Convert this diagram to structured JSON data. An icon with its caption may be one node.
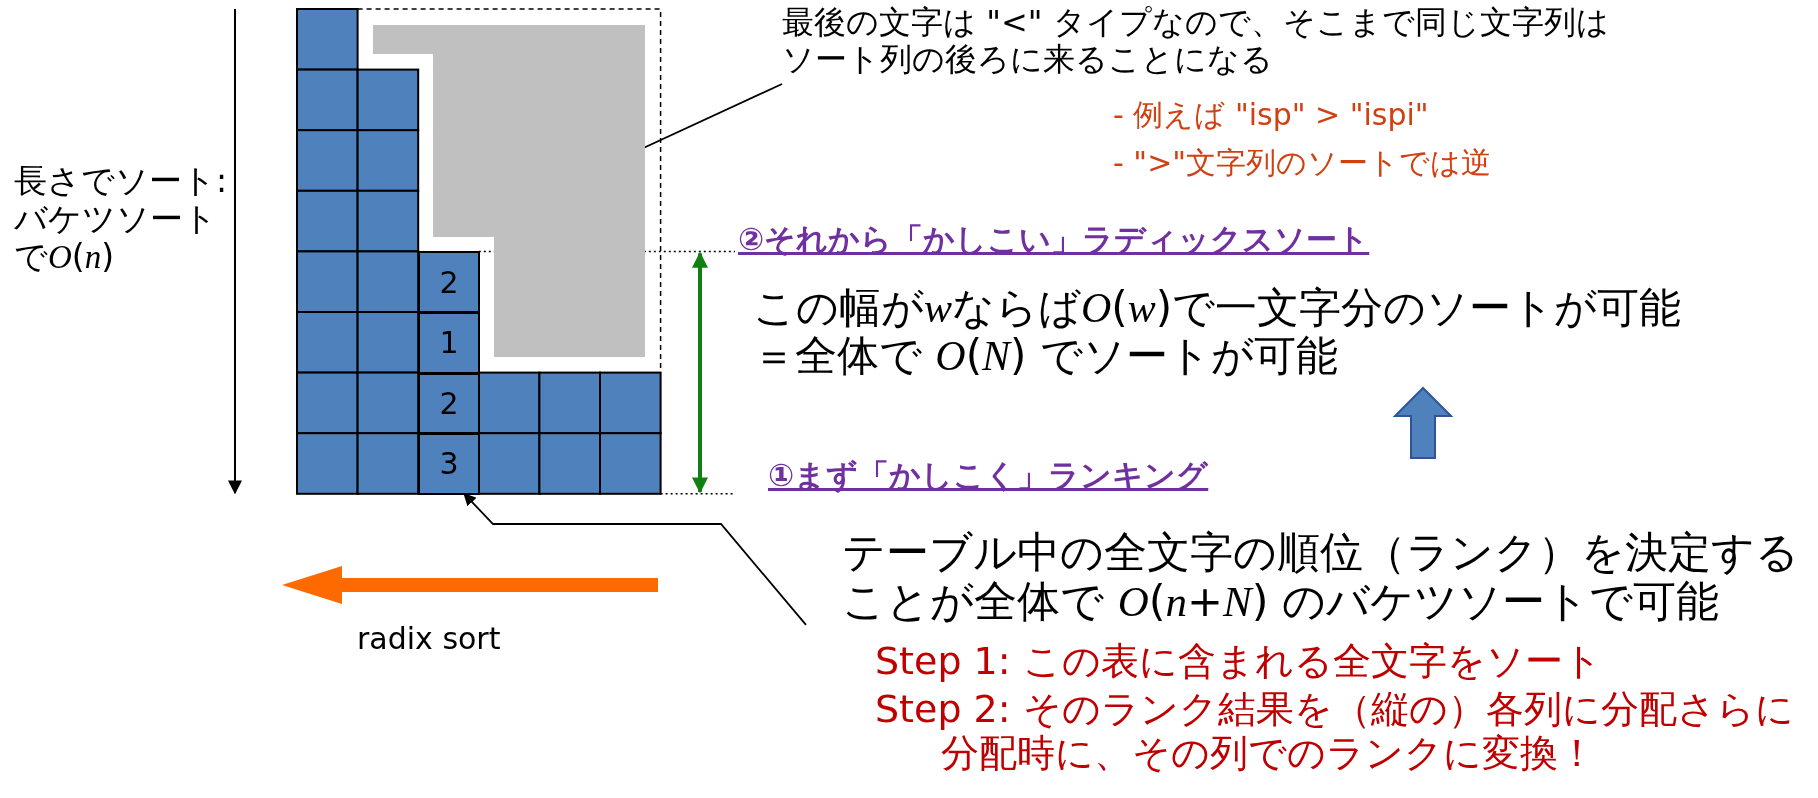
{
  "diagram": {
    "nodes": [
      {
        "text": [],
        "shape": "box"
      },
      {
        "text": [
          "2"
        ]
      },
      {
        "text": [
          "1"
        ]
      },
      {
        "text": [
          "2"
        ]
      },
      {
        "text": [
          "3"
        ]
      },
      {
        "text": [
          "最後の文字は \"<\" タイプなので、そこまで同じ文字列はソート列の後ろに来ることになる"
        ]
      },
      {
        "text": [
          "テーブル中の全文字の順位（ランク）を決定することが全体で *O*(*n*+*N*) のバケツソートで可能"
        ]
      }
    ],
    "edges": [
      {
        "from": 5,
        "to": 0,
        "arrow": "none"
      },
      {
        "from": 6,
        "to": 4,
        "arrow": "to"
      }
    ],
    "labels": [
      "長さでソート:バケツソートでO(n)",
      "- 例えば \"isp\" > \"ispi\"",
      "- \">\"文字列のソートでは逆",
      "②それから「かしこい」ラディックスソート",
      "この幅がwならばO(w)で一文字分のソートが可能＝全体で O(N) でソートが可能",
      "①まず「かしこく」ランキング",
      "Step 1: この表に含まれる全文字をソート",
      "Step 2: そのランク結果を（縦の）各列に分配さらに分配時に、その列でのランクに変換！",
      "radix sort"
    ]
  }
}
